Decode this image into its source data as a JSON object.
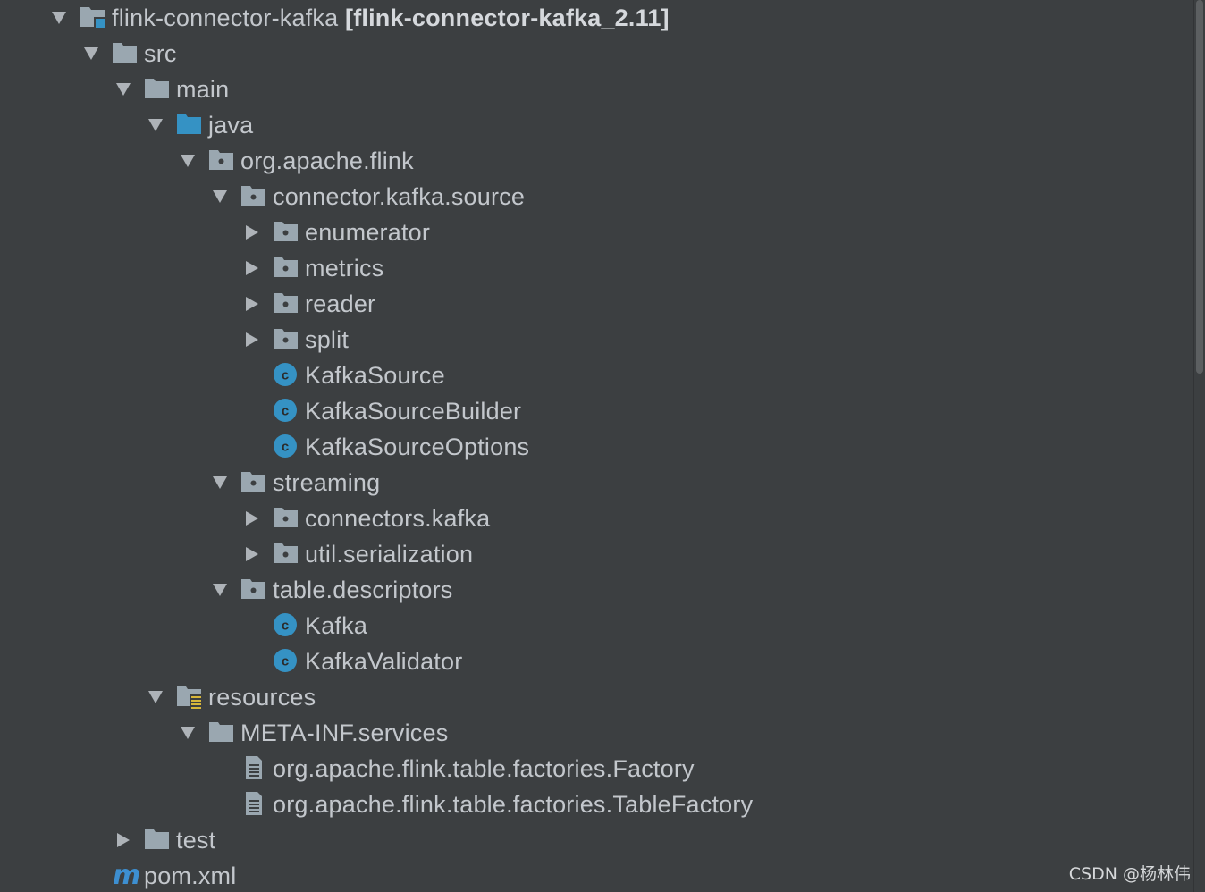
{
  "colors": {
    "background": "#3c3f41",
    "text": "#c3c7cc",
    "folder": "#9aa7b0",
    "source_folder": "#3592c4",
    "class_icon": "#3592c4",
    "resource_badge": "#d8b73a",
    "maven": "#3d8fd1"
  },
  "tree": [
    {
      "depth": 0,
      "toggle": "expanded",
      "icon": "module-folder-icon",
      "label": "flink-connector-kafka",
      "tag": "[flink-connector-kafka_2.11]"
    },
    {
      "depth": 1,
      "toggle": "expanded",
      "icon": "folder-icon",
      "label": "src"
    },
    {
      "depth": 2,
      "toggle": "expanded",
      "icon": "folder-icon",
      "label": "main"
    },
    {
      "depth": 3,
      "toggle": "expanded",
      "icon": "source-folder-icon",
      "label": "java"
    },
    {
      "depth": 4,
      "toggle": "expanded",
      "icon": "package-icon",
      "label": "org.apache.flink"
    },
    {
      "depth": 5,
      "toggle": "expanded",
      "icon": "package-icon",
      "label": "connector.kafka.source"
    },
    {
      "depth": 6,
      "toggle": "collapsed",
      "icon": "package-icon",
      "label": "enumerator"
    },
    {
      "depth": 6,
      "toggle": "collapsed",
      "icon": "package-icon",
      "label": "metrics"
    },
    {
      "depth": 6,
      "toggle": "collapsed",
      "icon": "package-icon",
      "label": "reader"
    },
    {
      "depth": 6,
      "toggle": "collapsed",
      "icon": "package-icon",
      "label": "split"
    },
    {
      "depth": 6,
      "toggle": "none",
      "icon": "class-icon",
      "label": "KafkaSource"
    },
    {
      "depth": 6,
      "toggle": "none",
      "icon": "class-icon",
      "label": "KafkaSourceBuilder"
    },
    {
      "depth": 6,
      "toggle": "none",
      "icon": "class-icon",
      "label": "KafkaSourceOptions"
    },
    {
      "depth": 5,
      "toggle": "expanded",
      "icon": "package-icon",
      "label": "streaming"
    },
    {
      "depth": 6,
      "toggle": "collapsed",
      "icon": "package-icon",
      "label": "connectors.kafka"
    },
    {
      "depth": 6,
      "toggle": "collapsed",
      "icon": "package-icon",
      "label": "util.serialization"
    },
    {
      "depth": 5,
      "toggle": "expanded",
      "icon": "package-icon",
      "label": "table.descriptors"
    },
    {
      "depth": 6,
      "toggle": "none",
      "icon": "class-icon",
      "label": "Kafka"
    },
    {
      "depth": 6,
      "toggle": "none",
      "icon": "class-icon",
      "label": "KafkaValidator"
    },
    {
      "depth": 3,
      "toggle": "expanded",
      "icon": "resources-folder-icon",
      "label": "resources"
    },
    {
      "depth": 4,
      "toggle": "expanded",
      "icon": "folder-icon",
      "label": "META-INF.services"
    },
    {
      "depth": 5,
      "toggle": "none",
      "icon": "text-file-icon",
      "label": "org.apache.flink.table.factories.Factory"
    },
    {
      "depth": 5,
      "toggle": "none",
      "icon": "text-file-icon",
      "label": "org.apache.flink.table.factories.TableFactory"
    },
    {
      "depth": 2,
      "toggle": "collapsed",
      "icon": "folder-icon",
      "label": "test"
    },
    {
      "depth": 1,
      "toggle": "none",
      "icon": "maven-file-icon",
      "label": "pom.xml"
    }
  ],
  "watermark": "CSDN @杨林伟"
}
